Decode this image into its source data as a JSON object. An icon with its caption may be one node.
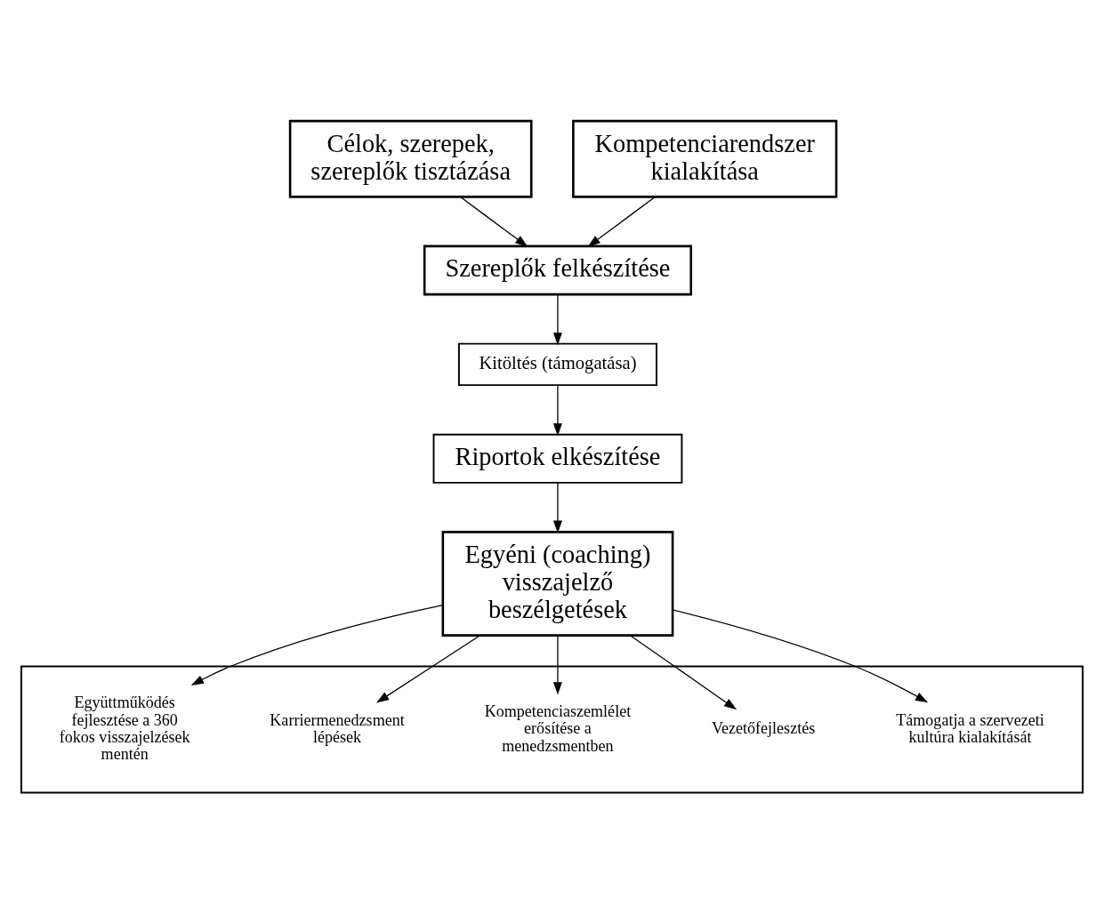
{
  "diagram": {
    "nodes": [
      {
        "text": [
          "Célok, szerepek, szereplők tisztázása"
        ]
      },
      {
        "text": [
          "Kompetenciarendszer kialakítása"
        ]
      },
      {
        "text": [
          "Szereplők felkészítése"
        ]
      },
      {
        "text": [
          "Kitöltés (támogatása)"
        ]
      },
      {
        "text": [
          "Riportok elkészítése"
        ]
      },
      {
        "text": [
          "Egyéni (coaching) visszajelző beszélgetések"
        ]
      },
      {
        "text": [],
        "shape": "box"
      },
      {
        "text": [
          "Együttműködés fejlesztése a 360 fokos visszajelzések mentén"
        ],
        "in": 6
      },
      {
        "text": [
          "Karriermenedzsment lépések"
        ],
        "in": 6
      },
      {
        "text": [
          "Kompetenciaszemlélet erősítése a menedzsmentben"
        ],
        "in": 6
      },
      {
        "text": [
          "Vezetőfejlesztés"
        ],
        "in": 6
      },
      {
        "text": [
          "Támogatja a szervezeti kultúra kialakítását"
        ],
        "in": 6
      }
    ],
    "edges": [
      {
        "from": 0,
        "to": 2,
        "arrow": "to"
      },
      {
        "from": 1,
        "to": 2,
        "arrow": "to"
      },
      {
        "from": 2,
        "to": 3,
        "arrow": "to"
      },
      {
        "from": 3,
        "to": 4,
        "arrow": "to"
      },
      {
        "from": 4,
        "to": 5,
        "arrow": "to"
      },
      {
        "from": 5,
        "to": 7,
        "arrow": "to"
      },
      {
        "from": 5,
        "to": 8,
        "arrow": "to"
      },
      {
        "from": 5,
        "to": 9,
        "arrow": "to"
      },
      {
        "from": 5,
        "to": 10,
        "arrow": "to"
      },
      {
        "from": 5,
        "to": 11,
        "arrow": "to"
      }
    ]
  }
}
